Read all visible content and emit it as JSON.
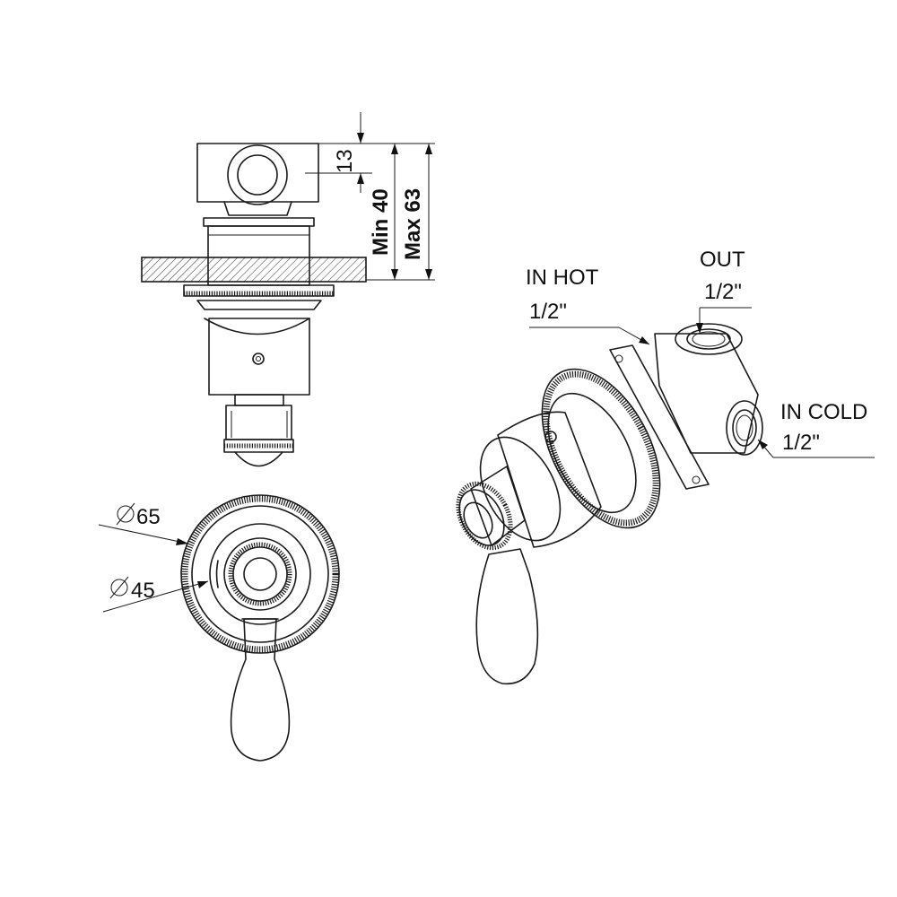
{
  "dimensions": {
    "top_height": "13",
    "min_depth": "Min 40",
    "max_depth": "Max 63",
    "outer_diameter": "65",
    "inner_diameter": "45"
  },
  "connections": {
    "in_hot": {
      "label": "IN HOT",
      "size": "1/2\""
    },
    "out": {
      "label": "OUT",
      "size": "1/2\""
    },
    "in_cold": {
      "label": "IN COLD",
      "size": "1/2\""
    }
  }
}
